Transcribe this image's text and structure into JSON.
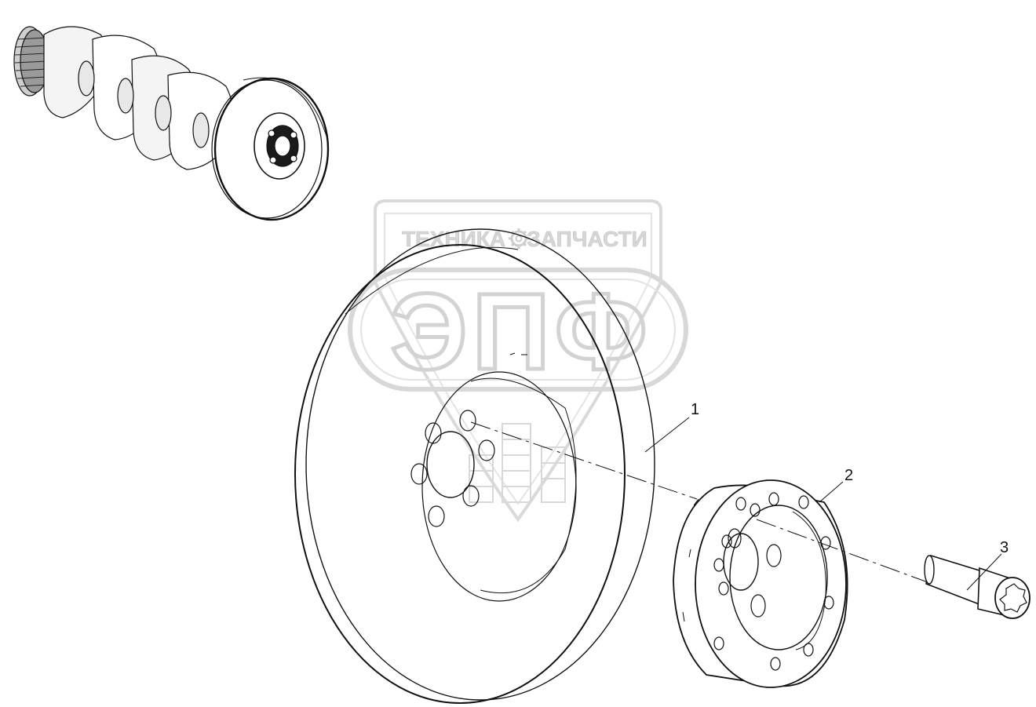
{
  "watermark": {
    "top_text_left": "ТЕХНИКА",
    "top_text_right": "ЗАПЧАСТИ",
    "big_text": "ЭПФ",
    "color": "#d8d8d8"
  },
  "callouts": [
    {
      "label": "1"
    },
    {
      "label": "2"
    },
    {
      "label": "3"
    }
  ],
  "colors": {
    "line": "#111111",
    "hub_fill": "#e8e8e8",
    "dark": "#1a1a1a"
  }
}
